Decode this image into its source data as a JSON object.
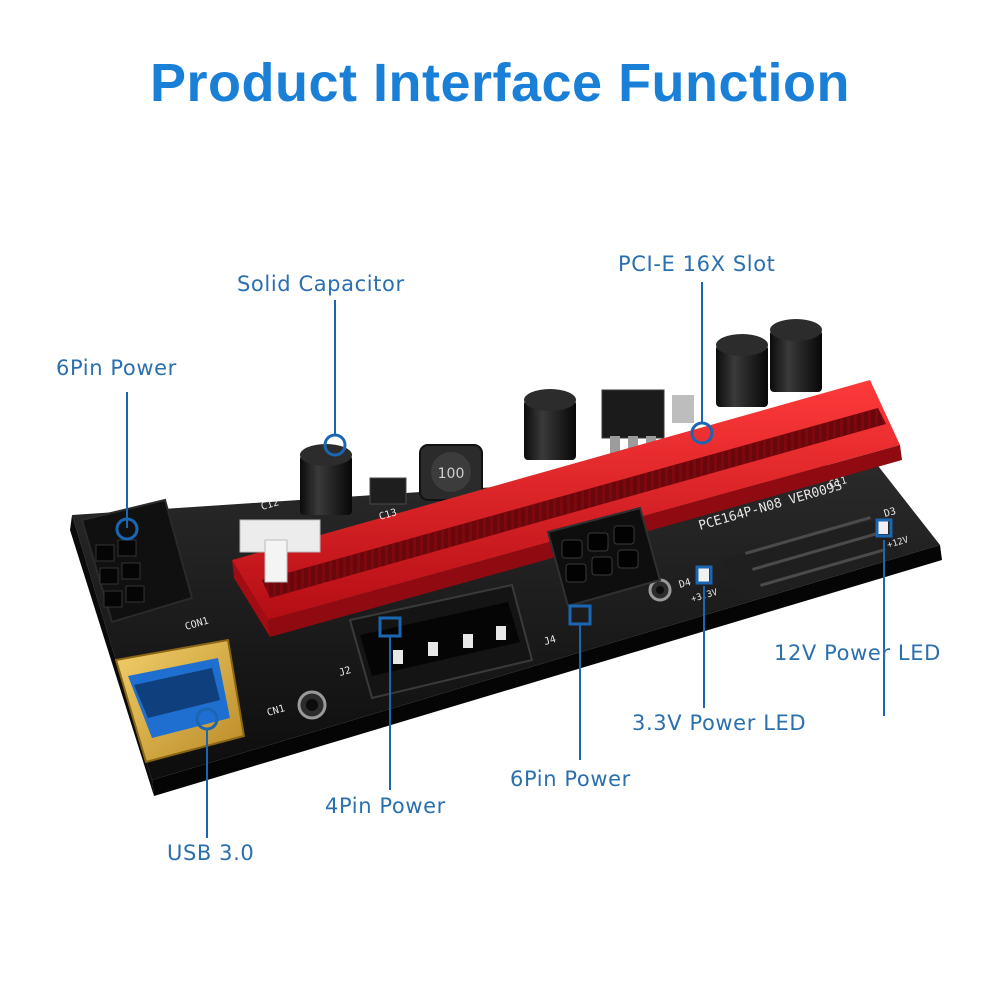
{
  "title": "Product Interface Function",
  "board": {
    "model_marking": "PCE164P-N08 VER009S",
    "inductor_marking": "100",
    "silkscreen": {
      "con1": "CON1",
      "cn1": "CN1",
      "j2": "J2",
      "j4": "J4",
      "d4": "D4",
      "d3": "D3",
      "c12": "C12",
      "c13": "C13",
      "c11": "C11",
      "plus33v": "+3.3V",
      "plus12v": "+12V"
    }
  },
  "callouts": {
    "six_pin_left": "6Pin Power",
    "solid_capacitor": "Solid Capacitor",
    "pcie_slot": "PCI-E 16X Slot",
    "twelve_v_led": "12V Power LED",
    "three_three_v_led": "3.3V Power LED",
    "six_pin_bottom": "6Pin Power",
    "four_pin": "4Pin Power",
    "usb": "USB 3.0"
  },
  "colors": {
    "title": "#1a7fd6",
    "label": "#2a6fae",
    "marker": "#1a66b3",
    "pcb": "#161616",
    "slot": "#e0141e",
    "usb_gold": "#d8a83a",
    "usb_blue": "#1e6fd0"
  }
}
